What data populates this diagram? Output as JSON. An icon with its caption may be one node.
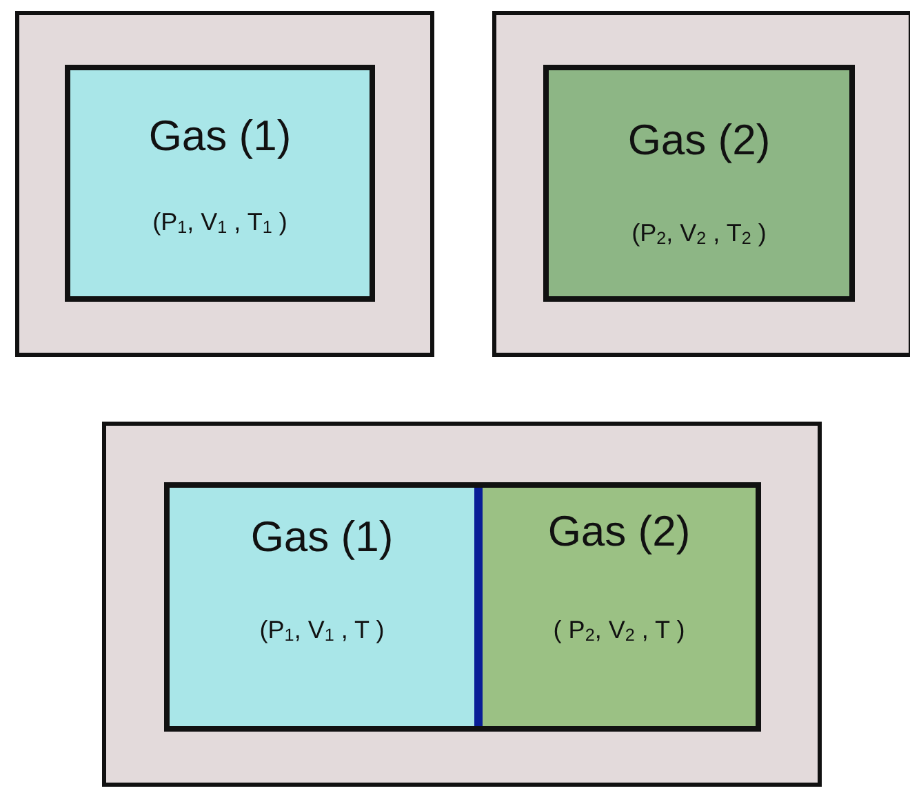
{
  "diagram": {
    "nodes": [
      {
        "text": [],
        "shape": "box"
      },
      {
        "text": [
          "Gas (1)",
          "(P$_{1}$, V$_{1}$ , T$_{1}$ )"
        ],
        "in": 0
      },
      {
        "text": [],
        "shape": "box"
      },
      {
        "text": [
          "Gas (2)",
          "(P$_{2}$, V$_{2}$ , T$_{2}$ )"
        ],
        "in": 2
      },
      {
        "text": [],
        "shape": "box"
      },
      {
        "text": [],
        "shape": "box",
        "in": 4
      },
      {
        "text": [
          "Gas (1)",
          "(P$_{1}$, V$_{1}$ , T )"
        ],
        "in": 5
      },
      {
        "text": [
          "Gas (2)",
          "( P$_{2}$, V$_{2}$ , T )"
        ],
        "in": 5
      }
    ]
  }
}
